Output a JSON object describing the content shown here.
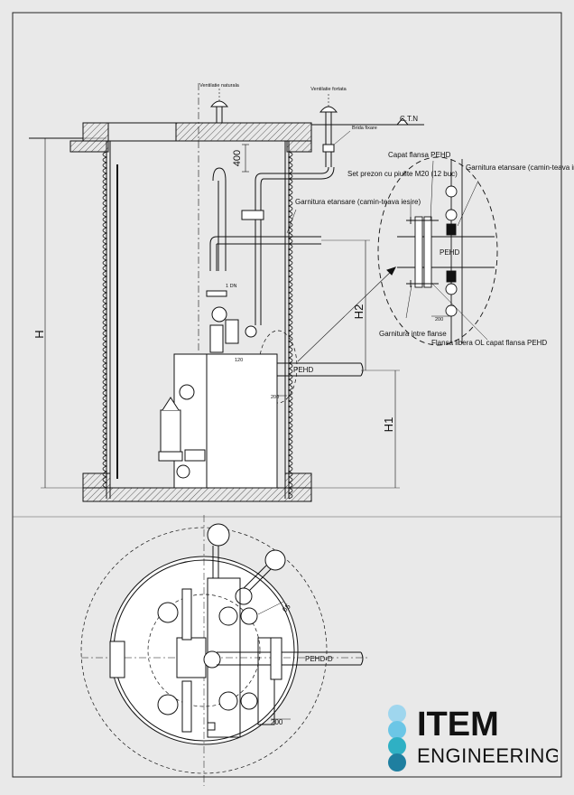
{
  "labels": {
    "vent_natural": "Ventilatie naturala",
    "vent_forced": "Ventilatie fortata",
    "brida": "Brida fixare",
    "ctn": "C.T.N",
    "dim_400": "400",
    "dim_H": "H",
    "dim_H1": "H1",
    "dim_H2": "H2",
    "dim_120": "120",
    "dim_200": "200",
    "dim_200_det": "200",
    "dim_200_plan": "200",
    "dim_65": "65",
    "dn": "1 DN",
    "pehd_section": "PEHD",
    "pehd_detail": "PEHD",
    "pehd_plan": "PEHD-D",
    "gasket_out": "Garnitura etansare (camin-teava iesire)",
    "bolts": "Set prezon cu piulite M20 (12 buc)",
    "cap_flange": "Capat flansa PEHD",
    "gasket_in": "Garnitura etansare (camin-teava intrare)",
    "gasket_flanges": "Garnitura intre flanse",
    "free_flange": "Flansa libera OL capat flansa PEHD"
  },
  "logo": {
    "title": "ITEM",
    "subtitle": "ENGINEERING",
    "dot_colors": [
      "#9fd6ee",
      "#6cc6e6",
      "#2fb0c4",
      "#1f7fa0"
    ]
  }
}
